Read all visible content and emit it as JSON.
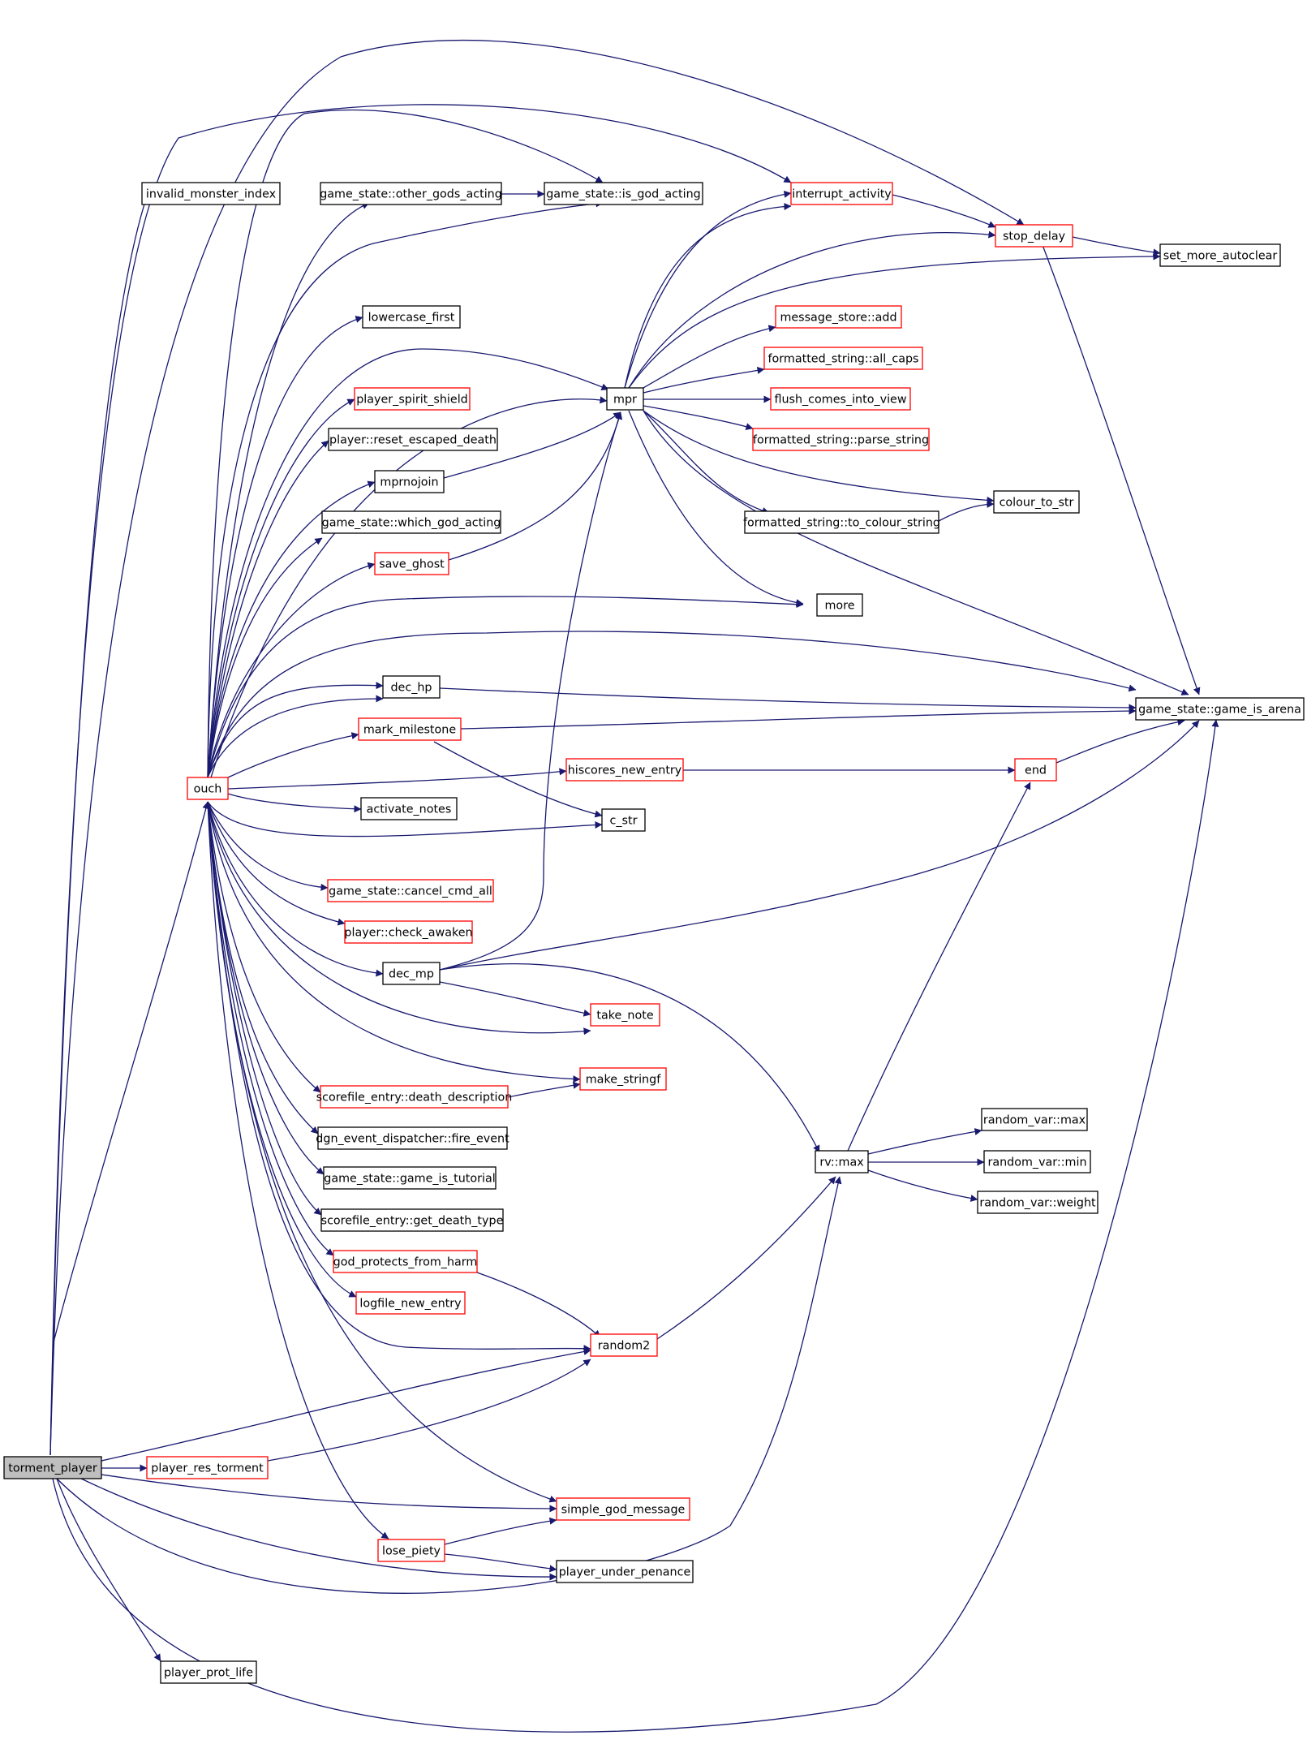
{
  "colors": {
    "edge": "#191970",
    "border_black": "#000000",
    "border_red": "#ff0000",
    "root_fill": "#bfbfbf",
    "node_fill": "#ffffff"
  },
  "nodes": [
    {
      "id": "torment_player",
      "label": "torment_player",
      "style": "root"
    },
    {
      "id": "invalid_monster_index",
      "label": "invalid_monster_index",
      "style": "black"
    },
    {
      "id": "other_gods_acting",
      "label": "game_state::other_gods_acting",
      "style": "black"
    },
    {
      "id": "is_god_acting",
      "label": "game_state::is_god_acting",
      "style": "black"
    },
    {
      "id": "interrupt_activity",
      "label": "interrupt_activity",
      "style": "red"
    },
    {
      "id": "stop_delay",
      "label": "stop_delay",
      "style": "red"
    },
    {
      "id": "set_more_autoclear",
      "label": "set_more_autoclear",
      "style": "black"
    },
    {
      "id": "lowercase_first",
      "label": "lowercase_first",
      "style": "black"
    },
    {
      "id": "message_store_add",
      "label": "message_store::add",
      "style": "red"
    },
    {
      "id": "all_caps",
      "label": "formatted_string::all_caps",
      "style": "red"
    },
    {
      "id": "player_spirit_shield",
      "label": "player_spirit_shield",
      "style": "red"
    },
    {
      "id": "mpr",
      "label": "mpr",
      "style": "black"
    },
    {
      "id": "flush_comes_into_view",
      "label": "flush_comes_into_view",
      "style": "red"
    },
    {
      "id": "reset_escaped_death",
      "label": "player::reset_escaped_death",
      "style": "black"
    },
    {
      "id": "parse_string",
      "label": "formatted_string::parse_string",
      "style": "red"
    },
    {
      "id": "mprnojoin",
      "label": "mprnojoin",
      "style": "black"
    },
    {
      "id": "colour_to_str",
      "label": "colour_to_str",
      "style": "black"
    },
    {
      "id": "which_god_acting",
      "label": "game_state::which_god_acting",
      "style": "black"
    },
    {
      "id": "to_colour_string",
      "label": "formatted_string::to_colour_string",
      "style": "black"
    },
    {
      "id": "save_ghost",
      "label": "save_ghost",
      "style": "red"
    },
    {
      "id": "more",
      "label": "more",
      "style": "black"
    },
    {
      "id": "dec_hp",
      "label": "dec_hp",
      "style": "black"
    },
    {
      "id": "game_is_arena",
      "label": "game_state::game_is_arena",
      "style": "black"
    },
    {
      "id": "mark_milestone",
      "label": "mark_milestone",
      "style": "red"
    },
    {
      "id": "hiscores_new_entry",
      "label": "hiscores_new_entry",
      "style": "red"
    },
    {
      "id": "end",
      "label": "end",
      "style": "red"
    },
    {
      "id": "ouch",
      "label": "ouch",
      "style": "red"
    },
    {
      "id": "activate_notes",
      "label": "activate_notes",
      "style": "black"
    },
    {
      "id": "c_str",
      "label": "c_str",
      "style": "black"
    },
    {
      "id": "cancel_cmd_all",
      "label": "game_state::cancel_cmd_all",
      "style": "red"
    },
    {
      "id": "check_awaken",
      "label": "player::check_awaken",
      "style": "red"
    },
    {
      "id": "dec_mp",
      "label": "dec_mp",
      "style": "black"
    },
    {
      "id": "take_note",
      "label": "take_note",
      "style": "red"
    },
    {
      "id": "make_stringf",
      "label": "make_stringf",
      "style": "red"
    },
    {
      "id": "death_description",
      "label": "scorefile_entry::death_description",
      "style": "red"
    },
    {
      "id": "fire_event",
      "label": "dgn_event_dispatcher::fire_event",
      "style": "black"
    },
    {
      "id": "random_var_max",
      "label": "random_var::max",
      "style": "black"
    },
    {
      "id": "game_is_tutorial",
      "label": "game_state::game_is_tutorial",
      "style": "black"
    },
    {
      "id": "rv_max",
      "label": "rv::max",
      "style": "black"
    },
    {
      "id": "random_var_min",
      "label": "random_var::min",
      "style": "black"
    },
    {
      "id": "get_death_type",
      "label": "scorefile_entry::get_death_type",
      "style": "black"
    },
    {
      "id": "random_var_weight",
      "label": "random_var::weight",
      "style": "black"
    },
    {
      "id": "god_protects_from_harm",
      "label": "god_protects_from_harm",
      "style": "red"
    },
    {
      "id": "logfile_new_entry",
      "label": "logfile_new_entry",
      "style": "red"
    },
    {
      "id": "random2",
      "label": "random2",
      "style": "red"
    },
    {
      "id": "player_res_torment",
      "label": "player_res_torment",
      "style": "red"
    },
    {
      "id": "simple_god_message",
      "label": "simple_god_message",
      "style": "red"
    },
    {
      "id": "lose_piety",
      "label": "lose_piety",
      "style": "red"
    },
    {
      "id": "player_under_penance",
      "label": "player_under_penance",
      "style": "black"
    },
    {
      "id": "player_prot_life",
      "label": "player_prot_life",
      "style": "black"
    }
  ]
}
